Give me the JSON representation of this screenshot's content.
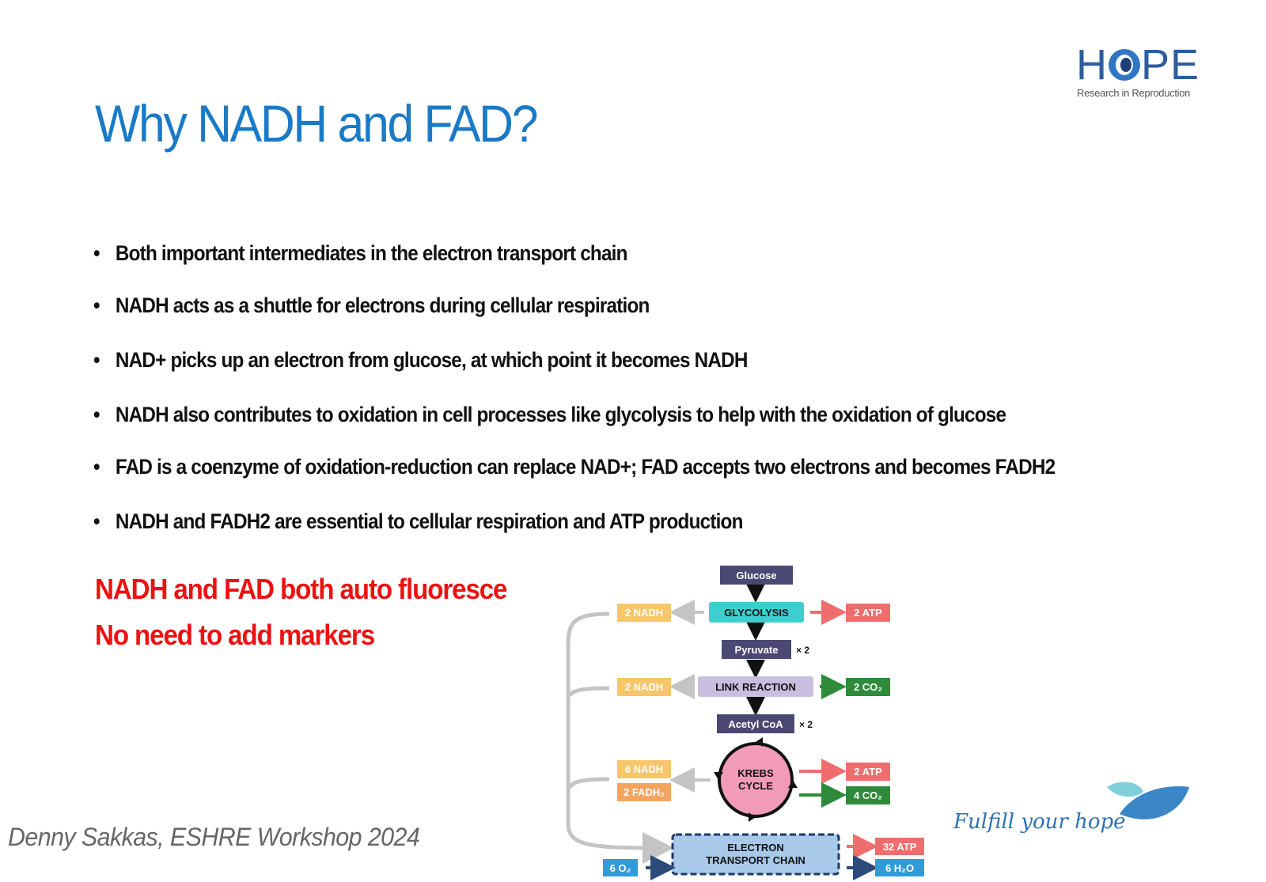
{
  "logo": {
    "word": "HOPE",
    "tagline": "Research in Reproduction"
  },
  "title": "Why NADH and FAD?",
  "bullets": [
    "Both important intermediates in the electron transport chain",
    "NADH acts as a shuttle for electrons during cellular respiration",
    "NAD+ picks up an electron from glucose, at which point it becomes NADH",
    "NADH also contributes to oxidation in cell processes like glycolysis to help with the oxidation of glucose",
    "FAD is a coenzyme of oxidation-reduction can replace NAD+; FAD accepts two electrons and becomes FADH2",
    "NADH and FADH2 are essential to cellular respiration and ATP production"
  ],
  "bullet_marker": "•",
  "callout": [
    "NADH and FAD both auto fluoresce",
    "No need to add markers"
  ],
  "author": "Denny Sakkas, ESHRE Workshop 2024",
  "fulfill": "Fulfill your hope",
  "diagram": {
    "glucose": "Glucose",
    "glycolysis": "GLYCOLYSIS",
    "pyruvate": "Pyruvate",
    "pyruvate_mult": "× 2",
    "link": "LINK REACTION",
    "acetyl": "Acetyl CoA",
    "acetyl_mult": "× 2",
    "krebs": [
      "KREBS",
      "CYCLE"
    ],
    "etc": [
      "ELECTRON",
      "TRANSPORT CHAIN"
    ],
    "nadh_glycolysis": "2 NADH",
    "atp_glycolysis": "2 ATP",
    "nadh_link": "2 NADH",
    "co2_link": "2 CO₂",
    "nadh_krebs": "6 NADH",
    "fadh_krebs": "2 FADH₂",
    "atp_krebs": "2 ATP",
    "co2_krebs": "4 CO₂",
    "o2_etc": "6 O₂",
    "atp_etc": "32 ATP",
    "h2o_etc": "6 H₂O",
    "colors": {
      "dark_box": "#4b4873",
      "glycolysis": "#3dcfcf",
      "link": "#c8bedf",
      "krebs": "#f29bb8",
      "etc": "#a9c9ea",
      "yellow": "#f7c66b",
      "orange": "#f5a45e",
      "red": "#ef6d6d",
      "green": "#2e8b3a",
      "blue": "#2f9bd8",
      "grey": "#c4c4c4"
    }
  }
}
